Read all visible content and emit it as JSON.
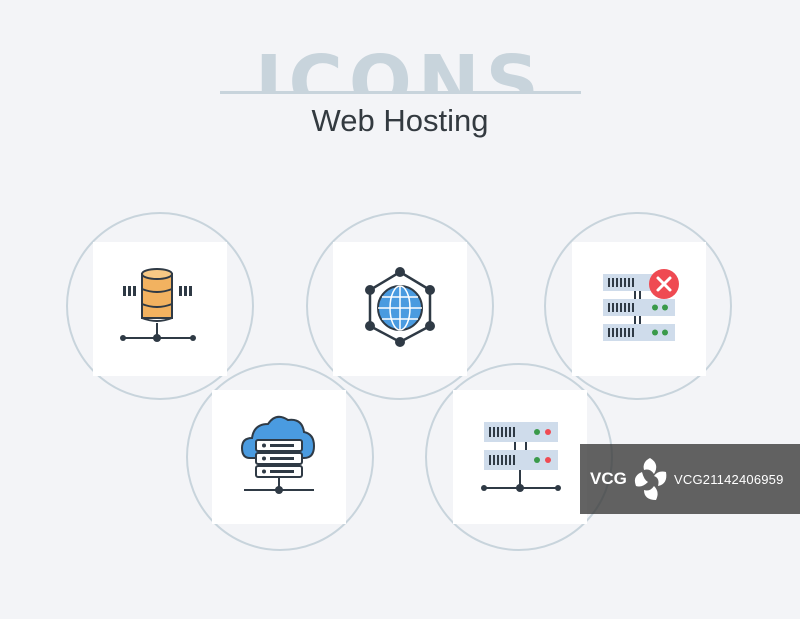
{
  "header": {
    "wordmark": "ICONS",
    "title": "Web Hosting"
  },
  "icons": [
    {
      "name": "database-network-icon"
    },
    {
      "name": "globe-network-icon"
    },
    {
      "name": "server-error-icon"
    },
    {
      "name": "cloud-server-icon"
    },
    {
      "name": "server-network-icon"
    }
  ],
  "watermark": {
    "logo": "VCG",
    "id": "VCG21142406959"
  },
  "colors": {
    "background": "#f3f4f7",
    "circle": "#c8d4dc",
    "tile": "#ffffff",
    "accent_orange": "#f2b260",
    "accent_blue": "#4a9be0",
    "server": "#cfdceb",
    "error_red": "#ef4a52",
    "dark": "#2f3a45"
  }
}
